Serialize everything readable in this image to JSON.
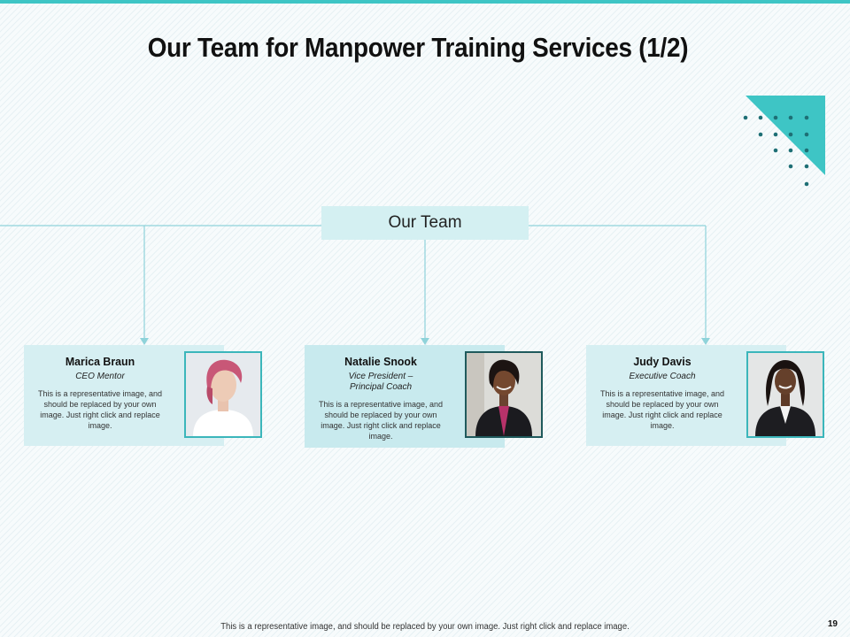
{
  "slide": {
    "title": "Our Team for Manpower Training Services (1/2)",
    "page_number": "19",
    "footer_note": "This is a representative image, and should be replaced by your own image. Just right click  and replace image.",
    "accent_color": "#3ec5c5"
  },
  "org": {
    "root_label": "Our Team",
    "members": [
      {
        "name": "Marica Braun",
        "role": "CEO Mentor",
        "description": "This is a representative image, and should be replaced by your own image. Just right click and replace image.",
        "photo_icon": "woman-portrait-icon"
      },
      {
        "name": "Natalie Snook",
        "role": "Vice President – Principal Coach",
        "description": "This is a representative image, and should be replaced by your own image. Just right click and replace image.",
        "photo_icon": "woman-portrait-icon"
      },
      {
        "name": "Judy Davis",
        "role": "Executive Coach",
        "description": "This is a representative image, and should be replaced by your own image. Just right click and replace image.",
        "photo_icon": "woman-portrait-icon"
      }
    ]
  }
}
